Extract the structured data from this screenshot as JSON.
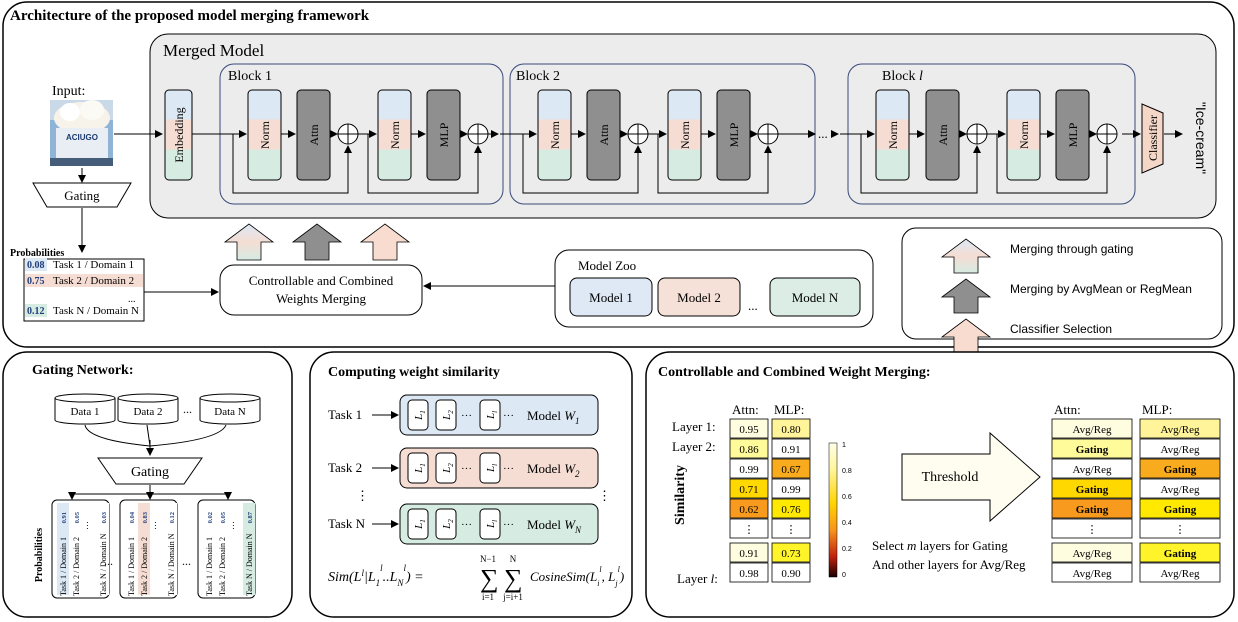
{
  "top": {
    "title": "Architecture of the proposed model merging framework",
    "merged_model_label": "Merged Model",
    "input_label": "Input:",
    "image_text": "ACIUGO",
    "gating_label": "Gating",
    "probabilities_label": "Probabilities",
    "embedding_label": "Embedding",
    "classifier_label": "Classifier",
    "output_label": "\"Ice-cream\"",
    "blocks": [
      {
        "label": "Block 1"
      },
      {
        "label": "Block 2"
      },
      {
        "label": "Block l",
        "label_italic": "l",
        "label_prefix": "Block "
      }
    ],
    "norm_label": "Norm",
    "attn_label": "Attn",
    "mlp_label": "MLP",
    "ellipsis": "...",
    "probability_rows": [
      {
        "value": "0.08",
        "label": "Task 1 / Domain 1",
        "color": "#dce8f4"
      },
      {
        "value": "0.75",
        "label": "Task 2 / Domain 2",
        "color": "#f5ddd3"
      },
      {
        "value": "0.12",
        "label": "Task N / Domain N",
        "color": "#d6ebe2"
      }
    ],
    "prob_ellipsis": "...",
    "merging_box_line1": "Controllable and Combined",
    "merging_box_line2": "Weights Merging",
    "model_zoo_label": "Model Zoo",
    "zoo_models": [
      {
        "label": "Model 1",
        "color": "#dfe9f5"
      },
      {
        "label": "Model 2",
        "color": "#f6e1d8"
      },
      {
        "label": "Model N",
        "color": "#dbede5"
      }
    ],
    "zoo_ellipsis": "...",
    "legend": [
      {
        "label": "Merging through gating",
        "kind": "gating"
      },
      {
        "label": "Merging by AvgMean or RegMean",
        "kind": "avg"
      },
      {
        "label": "Classifier Selection",
        "kind": "classifier"
      }
    ],
    "colors": {
      "blue": "#dce8f4",
      "pink": "#f5ddd3",
      "green": "#d6ebe2",
      "gray": "#8f8f8f",
      "panel": "#ececec"
    }
  },
  "gating_network": {
    "title": "Gating Network:",
    "data_items": [
      "Data 1",
      "Data 2",
      "Data N"
    ],
    "data_ellipsis": "...",
    "gating_label": "Gating",
    "probabilities_label": "Probabilities",
    "columns": [
      {
        "rows": [
          {
            "label": "Task 1 / Domain 1",
            "value": "0.91"
          },
          {
            "label": "Task 2 / Domain 2",
            "value": "0.05"
          },
          {
            "label": "Task N / Domain N",
            "value": "0.03"
          }
        ]
      },
      {
        "rows": [
          {
            "label": "Task 1 / Domain 1",
            "value": "0.04"
          },
          {
            "label": "Task 2 / Domain 2",
            "value": "0.83"
          },
          {
            "label": "Task N / Domain N",
            "value": "0.12"
          }
        ]
      },
      {
        "rows": [
          {
            "label": "Task 1 / Domain 1",
            "value": "0.02"
          },
          {
            "label": "Task 2 / Domain 2",
            "value": "0.05"
          },
          {
            "label": "Task N / Domain N",
            "value": "0.87"
          }
        ]
      }
    ],
    "col_ellipsis": "..."
  },
  "similarity": {
    "title": "Computing weight similarity",
    "tasks": [
      {
        "label": "Task 1",
        "model": "Model W",
        "sub": "1",
        "color": "#dce8f4"
      },
      {
        "label": "Task 2",
        "model": "Model W",
        "sub": "2",
        "color": "#f5ddd3"
      },
      {
        "label": "Task N",
        "model": "Model W",
        "sub": "N",
        "color": "#d6ebe2"
      }
    ],
    "layer_labels": [
      "L1",
      "L2",
      "Ll"
    ],
    "ellipsis": "...",
    "formula_lhs": "Sim(L",
    "formula_text": "Sim(Lˡ|L₁ˡ..L_Nˡ) = Σ_{i=1}^{N−1} Σ_{j=i+1}^{N} CosineSim(L_iˡ, L_jˡ)",
    "sum1_top": "N−1",
    "sum1_bot": "i=1",
    "sum2_top": "N",
    "sum2_bot": "j=i+1",
    "cosine": "CosineSim"
  },
  "merging": {
    "title": "Controllable and Combined Weight Merging:",
    "similarity_label": "Similarity",
    "attn_header": "Attn:",
    "mlp_header": "MLP:",
    "layer_labels": [
      "Layer 1:",
      "Layer 2:",
      "Layer l:"
    ],
    "attn_values": [
      "0.95",
      "0.86",
      "0.99",
      "0.71",
      "0.62",
      "⋮",
      "0.91",
      "0.98"
    ],
    "mlp_values": [
      "0.80",
      "0.91",
      "0.67",
      "0.99",
      "0.76",
      "⋮",
      "0.73",
      "0.90"
    ],
    "attn_colors": [
      "#fffde0",
      "#fffb9a",
      "#ffffff",
      "#ffd800",
      "#f79a1e",
      "#ffffff",
      "#fffde0",
      "#ffffff"
    ],
    "mlp_colors": [
      "#fff49a",
      "#ffffff",
      "#f9ab1e",
      "#ffffff",
      "#ffe900",
      "#ffffff",
      "#fff32a",
      "#ffffff"
    ],
    "colorbar_ticks": [
      "1",
      "0.8",
      "0.6",
      "0.4",
      "0.2",
      "0"
    ],
    "threshold_label": "Threshold",
    "select_line1": "Select m layers for Gating",
    "select_line2": "And other layers for Avg/Reg",
    "attn_out": [
      "Avg/Reg",
      "Gating",
      "Avg/Reg",
      "Gating",
      "Gating",
      "⋮",
      "Avg/Reg",
      "Avg/Reg"
    ],
    "mlp_out": [
      "Avg/Reg",
      "Avg/Reg",
      "Gating",
      "Avg/Reg",
      "Gating",
      "⋮",
      "Gating",
      "Avg/Reg"
    ],
    "attn_out_colors": [
      "#fffde0",
      "#fffb9a",
      "#ffffff",
      "#ffd800",
      "#f79a1e",
      "#ffffff",
      "#fffde0",
      "#ffffff"
    ],
    "mlp_out_colors": [
      "#fff49a",
      "#ffffff",
      "#f9ab1e",
      "#ffffff",
      "#ffe900",
      "#ffffff",
      "#fff32a",
      "#ffffff"
    ]
  }
}
